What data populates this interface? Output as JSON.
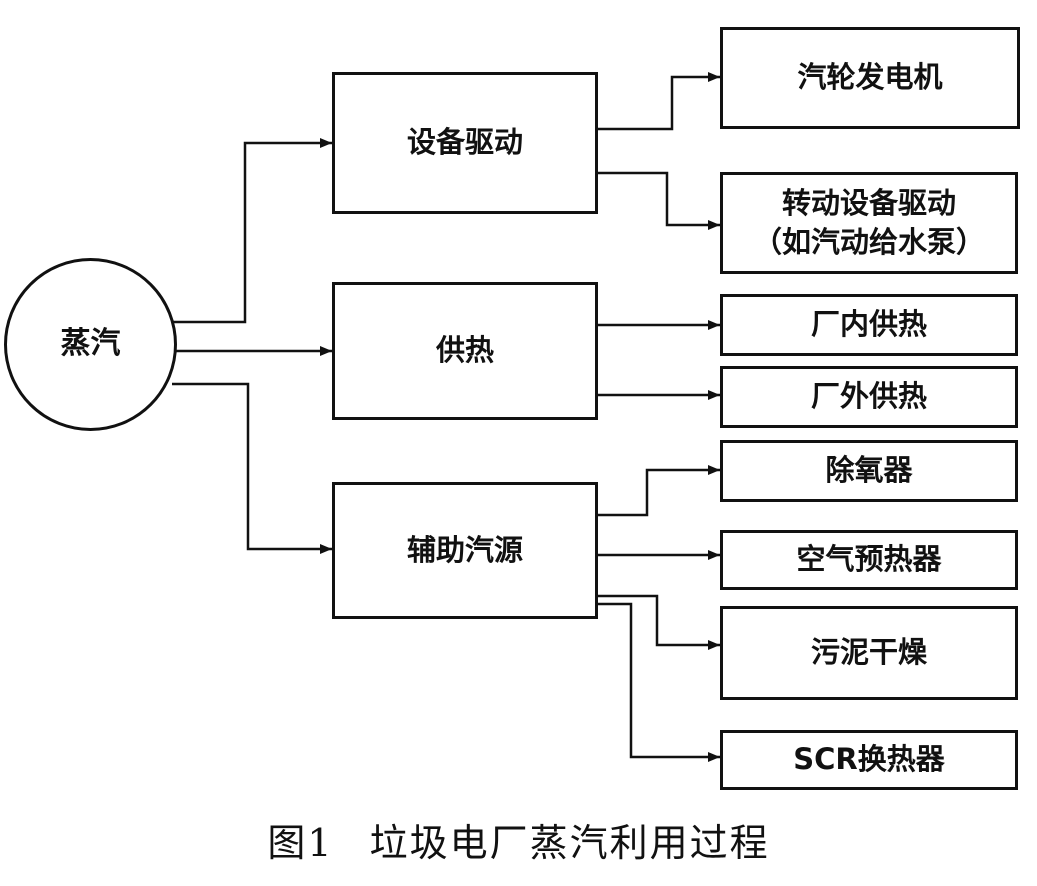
{
  "source": {
    "label": "蒸汽"
  },
  "categories": [
    {
      "label": "设备驱动"
    },
    {
      "label": "供热"
    },
    {
      "label": "辅助汽源"
    }
  ],
  "targets": {
    "turbine": "汽轮发电机",
    "rotating_line1": "转动设备驱动",
    "rotating_line2": "（如汽动给水泵）",
    "heat_in": "厂内供热",
    "heat_out": "厂外供热",
    "deaerator": "除氧器",
    "air_preheater": "空气预热器",
    "sludge": "污泥干燥",
    "scr": "SCR换热器"
  },
  "caption": {
    "number": "图1",
    "title": "垃圾电厂蒸汽利用过程"
  }
}
